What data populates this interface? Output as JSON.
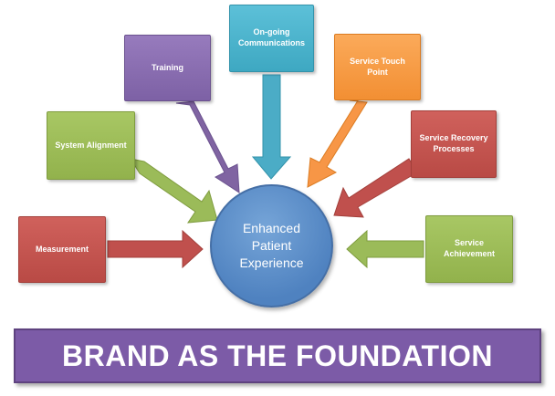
{
  "center": {
    "label": "Enhanced\nPatient\nExperience",
    "color": "#5b8ecb"
  },
  "nodes": [
    {
      "id": "measurement",
      "label": "Measurement",
      "color": "#c0504d"
    },
    {
      "id": "system_alignment",
      "label": "System Alignment",
      "color": "#9bbb59"
    },
    {
      "id": "training",
      "label": "Training",
      "color": "#8064a2"
    },
    {
      "id": "ongoing_communications",
      "label": "On-going\nCommunications",
      "color": "#4bacc6"
    },
    {
      "id": "service_touch_point",
      "label": "Service Touch Point",
      "color": "#f79646"
    },
    {
      "id": "service_recovery",
      "label": "Service Recovery\nProcesses",
      "color": "#c0504d"
    },
    {
      "id": "service_achievement",
      "label": "Service\nAchievement",
      "color": "#9bbb59"
    }
  ],
  "banner": {
    "text": "BRAND AS THE FOUNDATION",
    "color": "#7c5ba7"
  }
}
